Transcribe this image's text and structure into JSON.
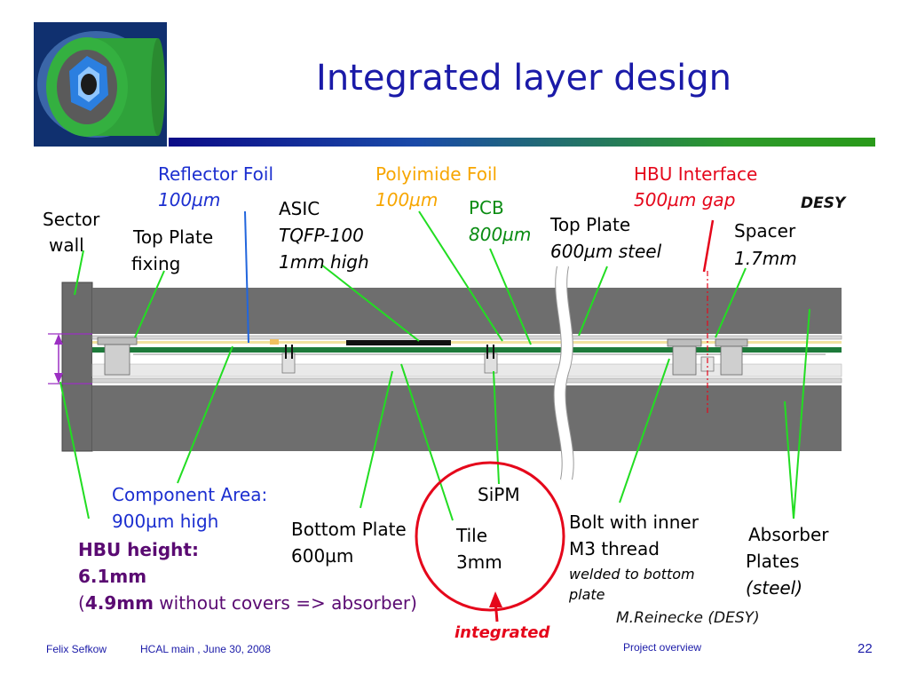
{
  "title": "Integrated layer design",
  "labels": {
    "reflector_foil": "Reflector Foil",
    "reflector_foil_val": "100µm",
    "polyimide_foil": "Polyimide Foil",
    "polyimide_foil_val": "100µm",
    "hbu_interface": "HBU Interface",
    "hbu_interface_val": "500µm gap",
    "desy": "DESY",
    "sector_wall_1": "Sector",
    "sector_wall_2": "wall",
    "top_plate_fixing_1": "Top Plate",
    "top_plate_fixing_2": "fixing",
    "asic_1": "ASIC",
    "asic_2": "TQFP-100",
    "asic_3": "1mm high",
    "pcb": "PCB",
    "pcb_val": "800µm",
    "top_plate_1": "Top Plate",
    "top_plate_2": "600µm steel",
    "spacer_1": "Spacer",
    "spacer_2": "1.7mm",
    "component_area_1": "Component Area:",
    "component_area_2": "900µm high",
    "hbu_height_1": "HBU height:",
    "hbu_height_2": "6.1mm",
    "hbu_height_3_open": "(",
    "hbu_height_3_bold": "4.9mm",
    "hbu_height_3_rest": " without covers => absorber)",
    "bottom_plate_1": "Bottom Plate",
    "bottom_plate_2": "600µm",
    "sipm": "SiPM",
    "tile_1": "Tile",
    "tile_2": "3mm",
    "integrated": "integrated",
    "bolt_1": "Bolt with inner",
    "bolt_2": "M3 thread",
    "bolt_3": "welded to bottom",
    "bolt_4": "plate",
    "absorber_1": "Absorber",
    "absorber_2": "Plates",
    "absorber_3": "(steel)",
    "credit": "M.Reinecke (DESY)"
  },
  "footer": {
    "author": "Felix Sefkow",
    "meeting": "HCAL main , June 30, 2008",
    "section": "Project overview",
    "page": "22"
  },
  "colors": {
    "title": "#1a1aa8",
    "leader": "#22dd22",
    "absorber": "#6e6e6e",
    "pcb": "#1d7a3a",
    "emphasis": "#e5071b"
  }
}
